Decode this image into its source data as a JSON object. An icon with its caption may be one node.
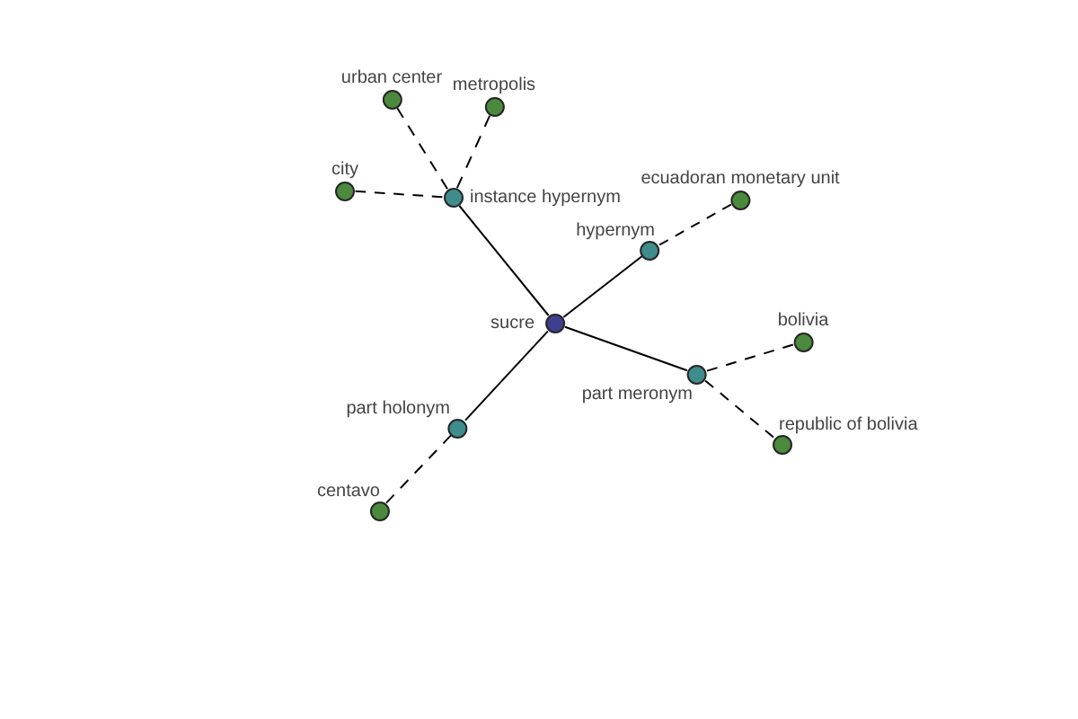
{
  "diagram": {
    "nodes": [
      {
        "text": [
          "urban center"
        ]
      },
      {
        "text": [
          "metropolis"
        ]
      },
      {
        "text": [
          "city"
        ]
      },
      {
        "text": [
          "instance hypernym"
        ]
      },
      {
        "text": [
          "ecuadoran monetary unit"
        ]
      },
      {
        "text": [
          "hypernym"
        ]
      },
      {
        "text": [
          "sucre"
        ]
      },
      {
        "text": [
          "bolivia"
        ]
      },
      {
        "text": [
          "part meronym"
        ]
      },
      {
        "text": [
          "part holonym"
        ]
      },
      {
        "text": [
          "republic of bolivia"
        ]
      },
      {
        "text": [
          "centavo"
        ]
      }
    ],
    "edges": [
      {
        "from": 6,
        "to": 3,
        "arrow": "none"
      },
      {
        "from": 6,
        "to": 5,
        "arrow": "none"
      },
      {
        "from": 6,
        "to": 8,
        "arrow": "none"
      },
      {
        "from": 6,
        "to": 9,
        "arrow": "none"
      },
      {
        "from": 3,
        "to": 0,
        "arrow": "none",
        "style": "dashed"
      },
      {
        "from": 3,
        "to": 1,
        "arrow": "none",
        "style": "dashed"
      },
      {
        "from": 3,
        "to": 2,
        "arrow": "none",
        "style": "dashed"
      },
      {
        "from": 5,
        "to": 4,
        "arrow": "none",
        "style": "dashed"
      },
      {
        "from": 8,
        "to": 7,
        "arrow": "none",
        "style": "dashed"
      },
      {
        "from": 8,
        "to": 10,
        "arrow": "none",
        "style": "dashed"
      },
      {
        "from": 9,
        "to": 11,
        "arrow": "none",
        "style": "dashed"
      }
    ]
  }
}
